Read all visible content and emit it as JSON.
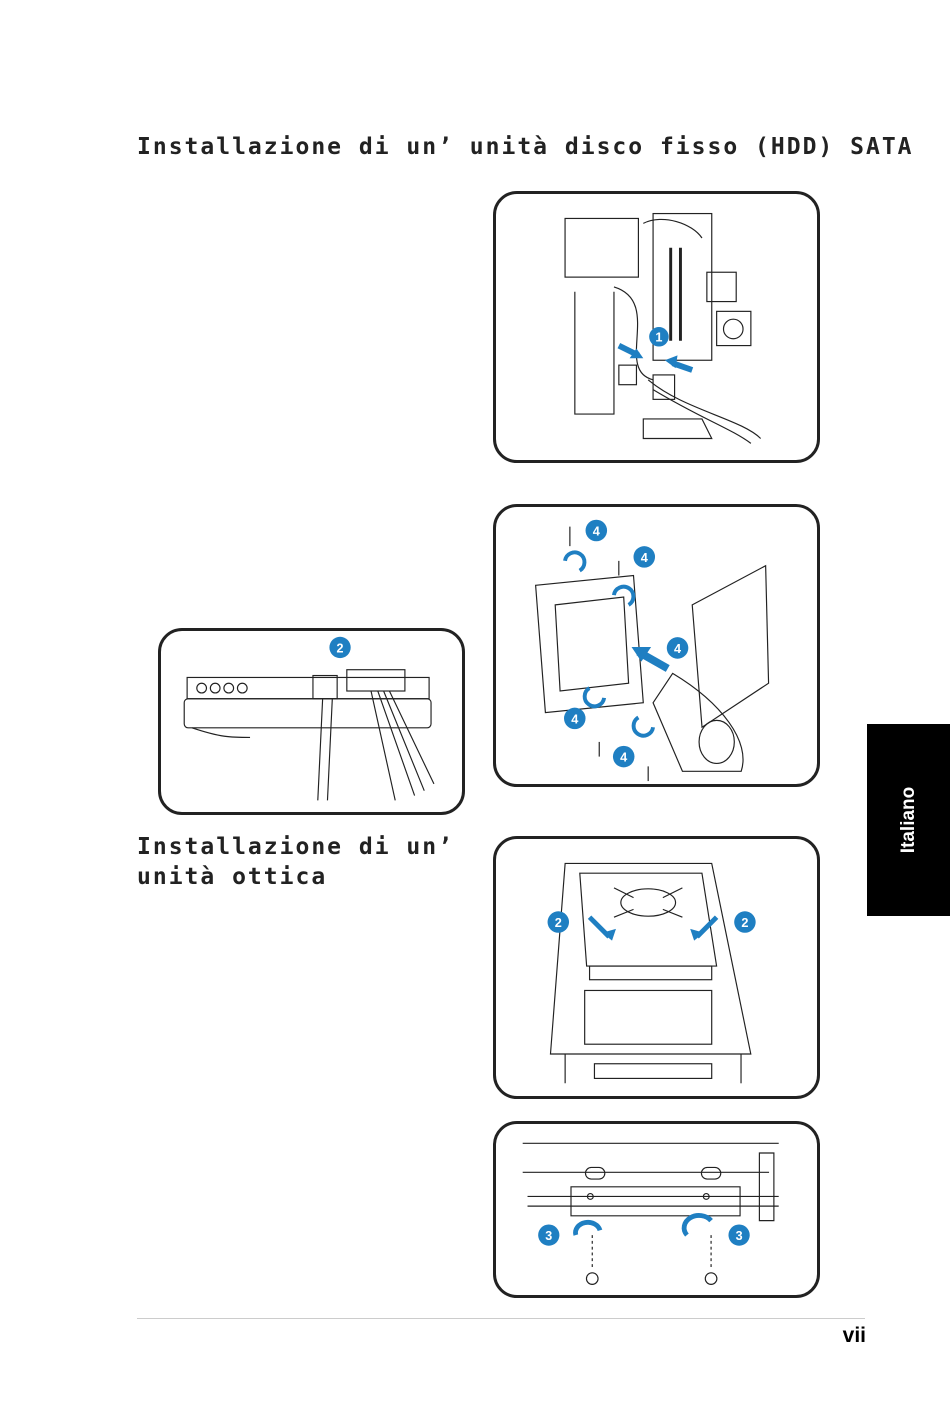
{
  "headings": {
    "hdd": "Installazione di un’ unità disco fisso (HDD) SATA",
    "odd": "Installazione di un’ unità ottica"
  },
  "side_tab": "Italiano",
  "page_number": "vii",
  "colors": {
    "accent": "#1f7fc2",
    "tab": "#000000",
    "line": "#222222"
  },
  "steps": {
    "p1_step": "1",
    "p2_steps": [
      "4",
      "4",
      "4",
      "4",
      "4"
    ],
    "p3_step": "2",
    "p4_steps": [
      "2",
      "2"
    ],
    "p5_steps": [
      "3",
      "3"
    ]
  }
}
